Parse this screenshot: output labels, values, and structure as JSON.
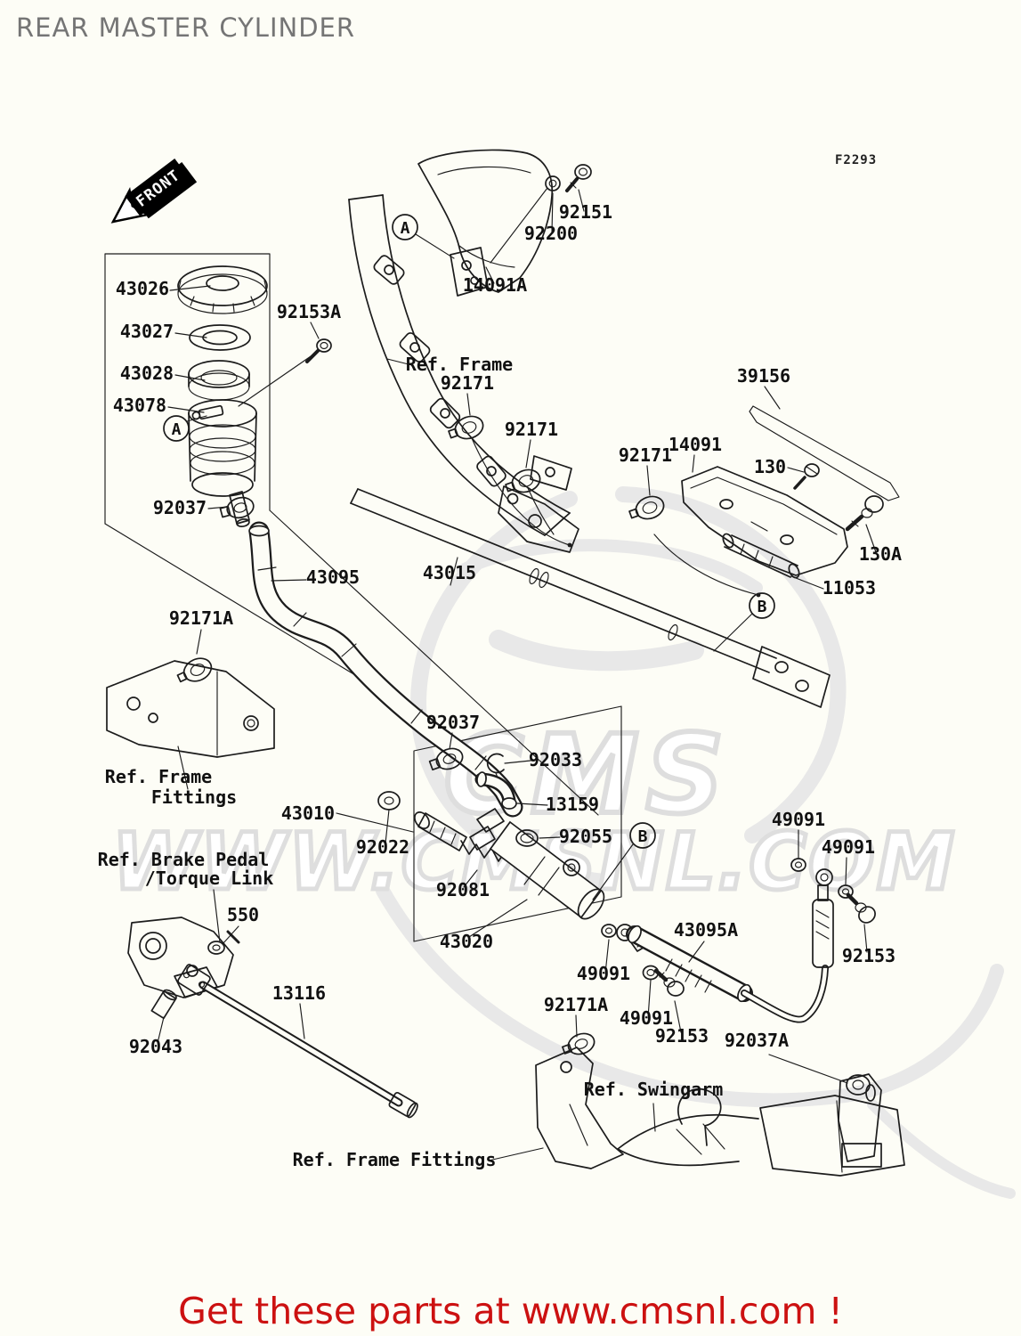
{
  "page": {
    "title": "REAR MASTER CYLINDER",
    "fig_code": "F2293",
    "banner_text": "Get these parts at www.cmsnl.com !"
  },
  "colors": {
    "banner_red": "#cc1111",
    "title_gray": "#757575",
    "line_art": "#1c1c1c",
    "watermark_gray": "#e3e3e3"
  },
  "watermark": {
    "brand": "CMS",
    "site": "WWW.CMSNL.COM"
  },
  "diagram": {
    "front_arrow_label": "FRONT",
    "markers": {
      "a": "A",
      "b": "B"
    },
    "callouts": [
      "43026",
      "43027",
      "43028",
      "43078",
      "92153A",
      "92037",
      "92151",
      "92200",
      "14091A",
      "Ref. Frame",
      "92171",
      "92171",
      "92171",
      "39156",
      "14091",
      "130",
      "130A",
      "11053",
      "43095",
      "43015",
      "92171A",
      "Ref. Frame",
      "Fittings",
      "92037",
      "92033",
      "13159",
      "92055",
      "43010",
      "92022",
      "92081",
      "43020",
      "Ref. Brake Pedal",
      "/Torque Link",
      "550",
      "13116",
      "92043",
      "49091",
      "49091",
      "92153",
      "43095A",
      "49091",
      "92171A",
      "49091",
      "92153",
      "92037A",
      "Ref. Swingarm",
      "Ref. Frame Fittings"
    ]
  }
}
